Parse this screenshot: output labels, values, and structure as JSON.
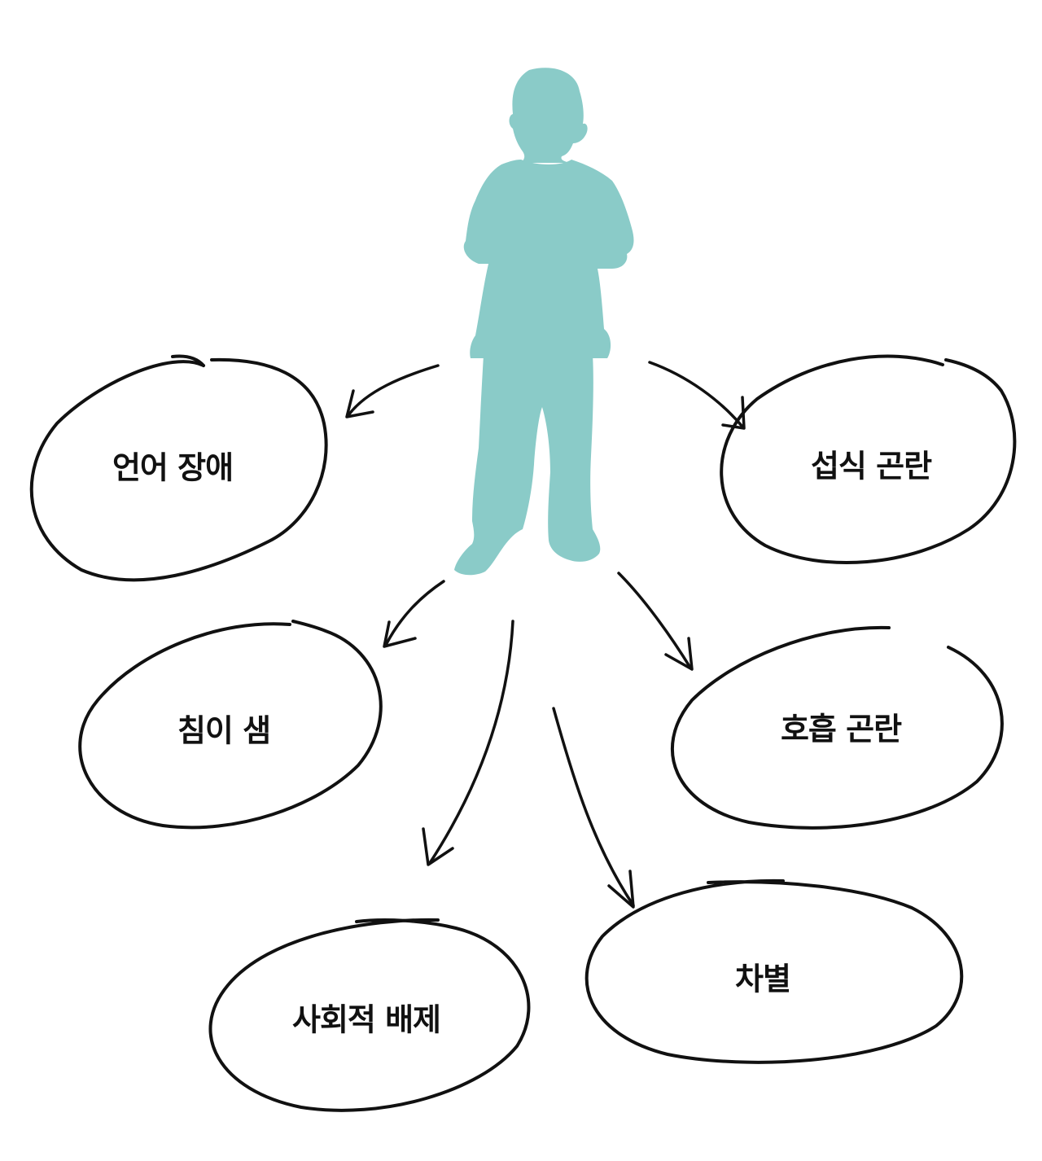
{
  "figure": {
    "silhouette_color": "#8acbc8",
    "stroke_color": "#111111"
  },
  "nodes": [
    {
      "id": "language",
      "label": "언어 장애"
    },
    {
      "id": "swallowing",
      "label": "섭식 곤란"
    },
    {
      "id": "drooling",
      "label": "침이 샘"
    },
    {
      "id": "breathing",
      "label": "호흡 곤란"
    },
    {
      "id": "exclusion",
      "label": "사회적 배제"
    },
    {
      "id": "discrimination",
      "label": "차별"
    }
  ]
}
